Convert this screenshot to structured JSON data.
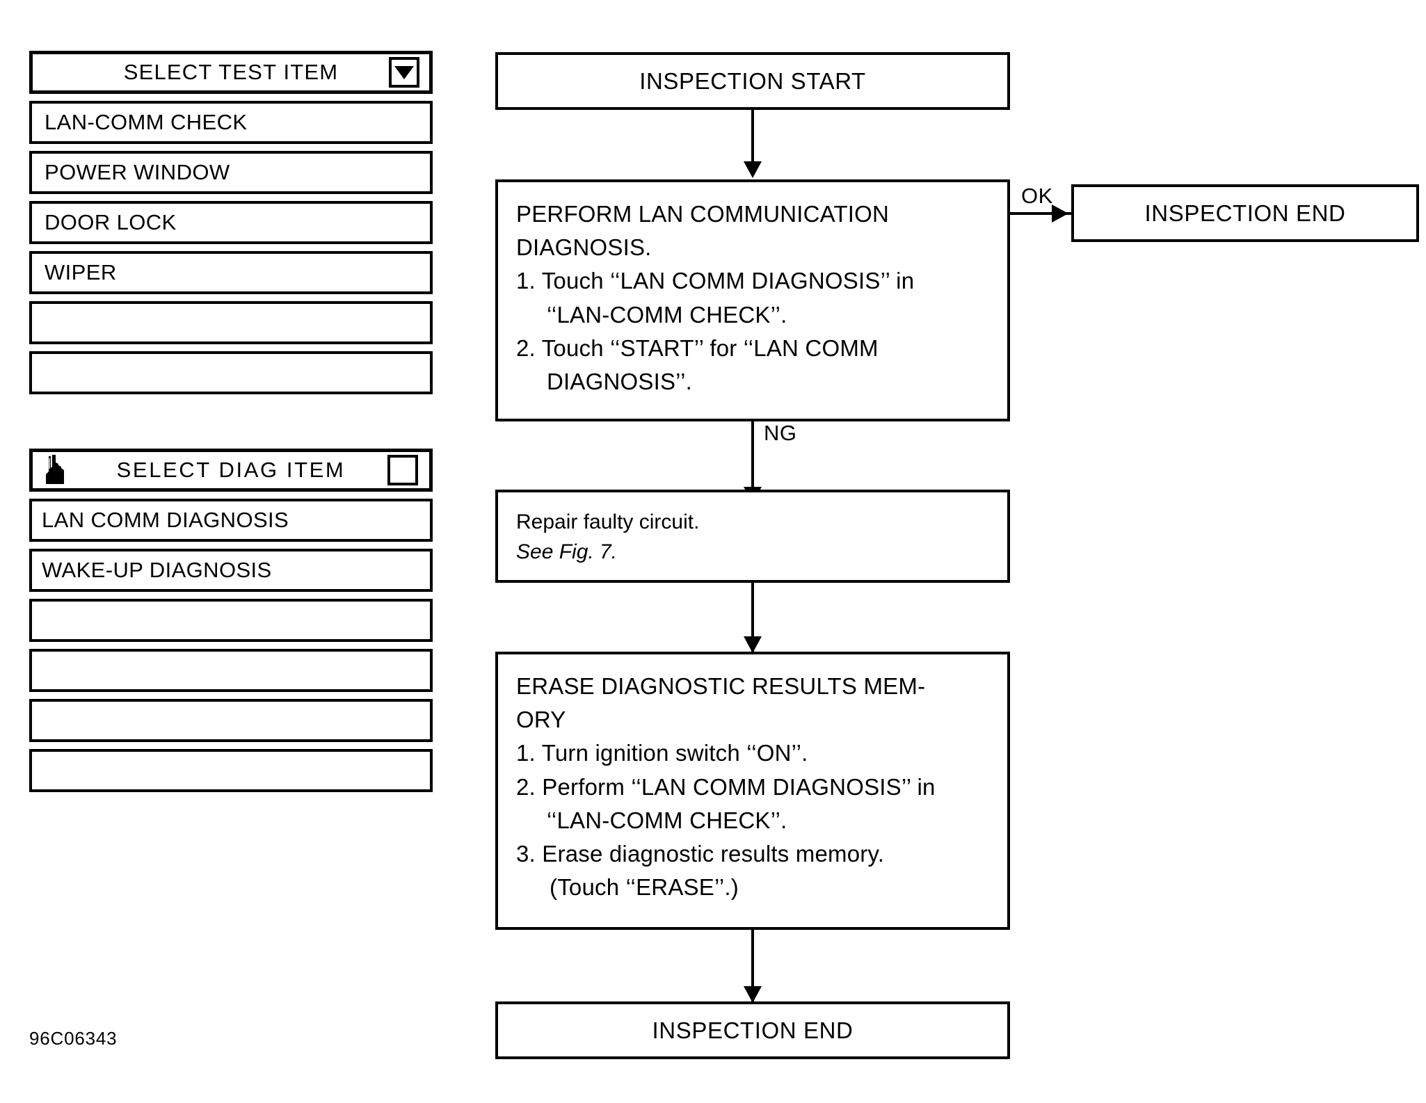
{
  "figure": {
    "code": "96C06343"
  },
  "panels": [
    {
      "name": "select-test-item",
      "header": {
        "label": "SELECT TEST ITEM",
        "icon": "dropdown-triangle-box-icon",
        "has_hand_icon": false
      },
      "rows": [
        {
          "label": "LAN-COMM CHECK"
        },
        {
          "label": "POWER WINDOW"
        },
        {
          "label": "DOOR LOCK"
        },
        {
          "label": "WIPER"
        },
        {
          "label": ""
        },
        {
          "label": ""
        }
      ]
    },
    {
      "name": "select-diag-item",
      "header": {
        "label": "SELECT  DIAG  ITEM",
        "icon": "empty-box-icon",
        "has_hand_icon": true,
        "hand_icon": "pointing-hand-icon"
      },
      "rows": [
        {
          "label": "LAN COMM DIAGNOSIS"
        },
        {
          "label": "WAKE-UP DIAGNOSIS"
        },
        {
          "label": ""
        },
        {
          "label": ""
        },
        {
          "label": ""
        },
        {
          "label": ""
        }
      ]
    }
  ],
  "flowchart": {
    "nodes": {
      "inspection_start": {
        "title": "INSPECTION START"
      },
      "perform_lan": {
        "lines": [
          "PERFORM LAN COMMUNICATION",
          "DIAGNOSIS.",
          "1. Touch ‘‘LAN COMM DIAGNOSIS’’ in",
          "‘‘LAN-COMM CHECK’’.",
          "2. Touch ‘‘START’’ for ‘‘LAN COMM",
          "DIAGNOSIS’’."
        ]
      },
      "inspection_end_ok": {
        "title": "INSPECTION END"
      },
      "repair": {
        "line1": "Repair faulty circuit.",
        "line2": "See Fig. 7."
      },
      "erase_memory": {
        "lines": [
          "ERASE DIAGNOSTIC RESULTS MEM-",
          "ORY",
          "1. Turn ignition switch ‘‘ON’’.",
          "2. Perform ‘‘LAN COMM DIAGNOSIS’’ in",
          "‘‘LAN-COMM CHECK’’.",
          "3. Erase diagnostic results memory.",
          "(Touch ‘‘ERASE’’.)"
        ]
      },
      "inspection_end_final": {
        "title": "INSPECTION END"
      }
    },
    "edges": {
      "ok_label": "OK",
      "ng_label": "NG"
    }
  },
  "colors": {
    "ink": "#000000",
    "paper": "#ffffff"
  }
}
